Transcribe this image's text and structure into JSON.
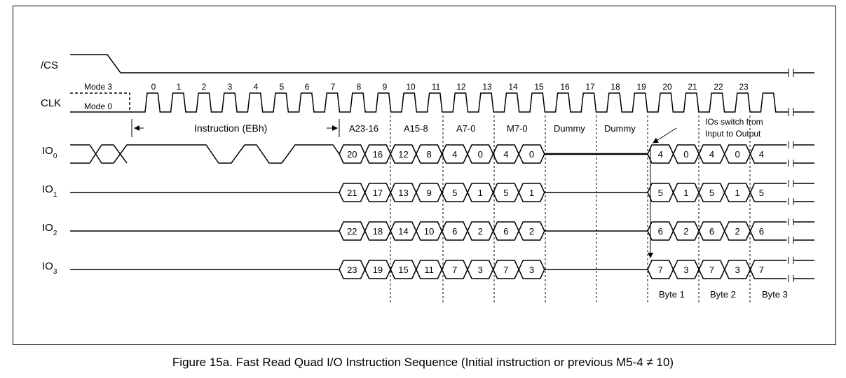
{
  "signals": {
    "cs": "/CS",
    "clk": "CLK",
    "io0": "IO",
    "io1": "IO",
    "io2": "IO",
    "io3": "IO",
    "io0_sub": "0",
    "io1_sub": "1",
    "io2_sub": "2",
    "io3_sub": "3"
  },
  "modes": {
    "mode3": "Mode 3",
    "mode0": "Mode 0"
  },
  "clock_numbers": [
    "0",
    "1",
    "2",
    "3",
    "4",
    "5",
    "6",
    "7",
    "8",
    "9",
    "10",
    "11",
    "12",
    "13",
    "14",
    "15",
    "16",
    "17",
    "18",
    "19",
    "20",
    "21",
    "22",
    "23"
  ],
  "phases": {
    "instruction": "Instruction (EBh)",
    "addr_high": "A23-16",
    "addr_mid": "A15-8",
    "addr_low": "A7-0",
    "mode_bits": "M7-0",
    "dummy1": "Dummy",
    "dummy2": "Dummy"
  },
  "io_switch_note": [
    "IOs switch from",
    "Input to Output"
  ],
  "bytes": [
    "Byte 1",
    "Byte 2",
    "Byte 3"
  ],
  "io_values": {
    "io0_input": [
      "20",
      "16",
      "12",
      "8",
      "4",
      "0",
      "4",
      "0"
    ],
    "io1_input": [
      "21",
      "17",
      "13",
      "9",
      "5",
      "1",
      "5",
      "1"
    ],
    "io2_input": [
      "22",
      "18",
      "14",
      "10",
      "6",
      "2",
      "6",
      "2"
    ],
    "io3_input": [
      "23",
      "19",
      "15",
      "11",
      "7",
      "3",
      "7",
      "3"
    ],
    "io0_output": [
      "4",
      "0",
      "4",
      "0",
      "4"
    ],
    "io1_output": [
      "5",
      "1",
      "5",
      "1",
      "5"
    ],
    "io2_output": [
      "6",
      "2",
      "6",
      "2",
      "6"
    ],
    "io3_output": [
      "7",
      "3",
      "7",
      "3",
      "7"
    ]
  },
  "caption": "Figure 15a. Fast Read Quad I/O Instruction Sequence (Initial instruction or previous M5-4 ≠ 10)"
}
